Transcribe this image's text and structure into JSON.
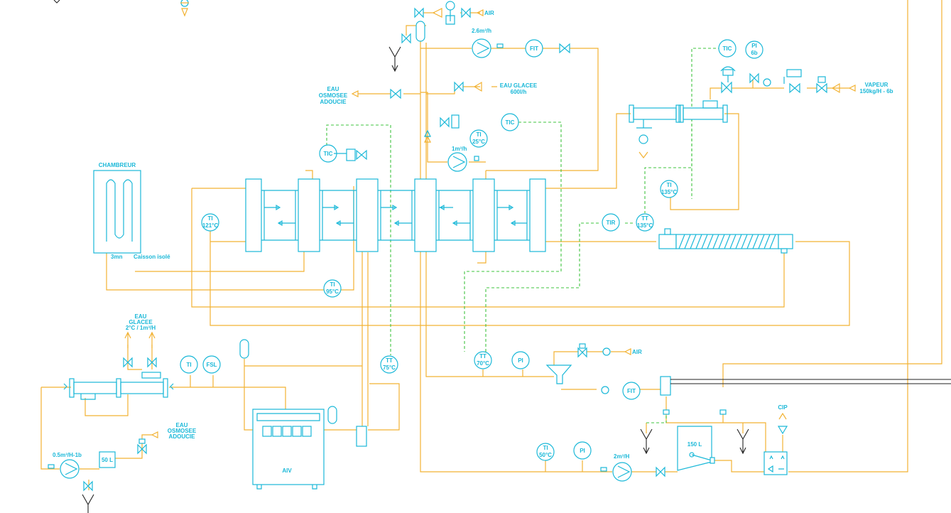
{
  "labels": {
    "air": "AIR",
    "flow_top": "2.6m³/h",
    "eau": "EAU",
    "osmosee": "OSMOSEE",
    "adoucie": "ADOUCIE",
    "eau_glacee": "EAU GLACEE",
    "eau_glacee_flow": "600l/h",
    "ti_25": "25°C",
    "flow_1m3": "1m³/h",
    "chambreur": "CHAMBREUR",
    "ti_121": "121°C",
    "three_mn": "3mn",
    "caisson": "Caisson isolé",
    "ti_95": "95°C",
    "pi_6b": "6b",
    "vapeur": "VAPEUR",
    "vapeur_flow": "150kg/H - 6b",
    "ti_135": "135°C",
    "tt_135": "135°C",
    "glacee": "GLACEE",
    "glacee_spec": "2°C / 1m³/H",
    "tt_75": "75°C",
    "tt_70": "70°C",
    "cip": "CIP",
    "tank_150l": "150 L",
    "ti_50": "50°C",
    "flow_2m3": "2m³/H",
    "flow_05m3": "0.5m³/H-1b",
    "tank_50l": "50 L",
    "aiv": "AIV"
  },
  "tags": {
    "fit": "FIT",
    "tic": "TIC",
    "ti": "TI",
    "pi": "PI",
    "tir": "TIR",
    "tt": "TT",
    "fsl": "FSL"
  }
}
